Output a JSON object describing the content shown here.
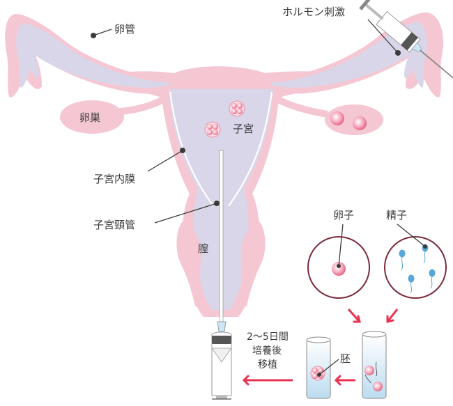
{
  "labels": {
    "oviduct": "卵管",
    "hormone": "ホルモン刺激",
    "ovary": "卵巣",
    "uterus": "子宮",
    "endometrium": "子宮内膜",
    "cervical_canal": "子宮頸管",
    "vagina": "膣",
    "egg": "卵子",
    "sperm": "精子",
    "embryo": "胚",
    "culture_line1": "2～5日間",
    "culture_line2": "培養後",
    "culture_line3": "移植"
  },
  "colors": {
    "pink": "#f5c7d2",
    "pink_light": "#f9dde4",
    "lavender": "#d9d6ea",
    "line_dark": "#3a3a3a",
    "arrow_red": "#e8324f",
    "circle_border": "#7a2a3a",
    "egg_pink": "#f08aa4",
    "sperm_blue": "#5aa6d8",
    "liquid_blue": "#cfe6f4"
  },
  "icons": [
    "syringe-icon",
    "catheter-syringe-icon",
    "test-tube-icon",
    "egg-cell-icon",
    "sperm-cell-icon",
    "arrow-icon"
  ]
}
